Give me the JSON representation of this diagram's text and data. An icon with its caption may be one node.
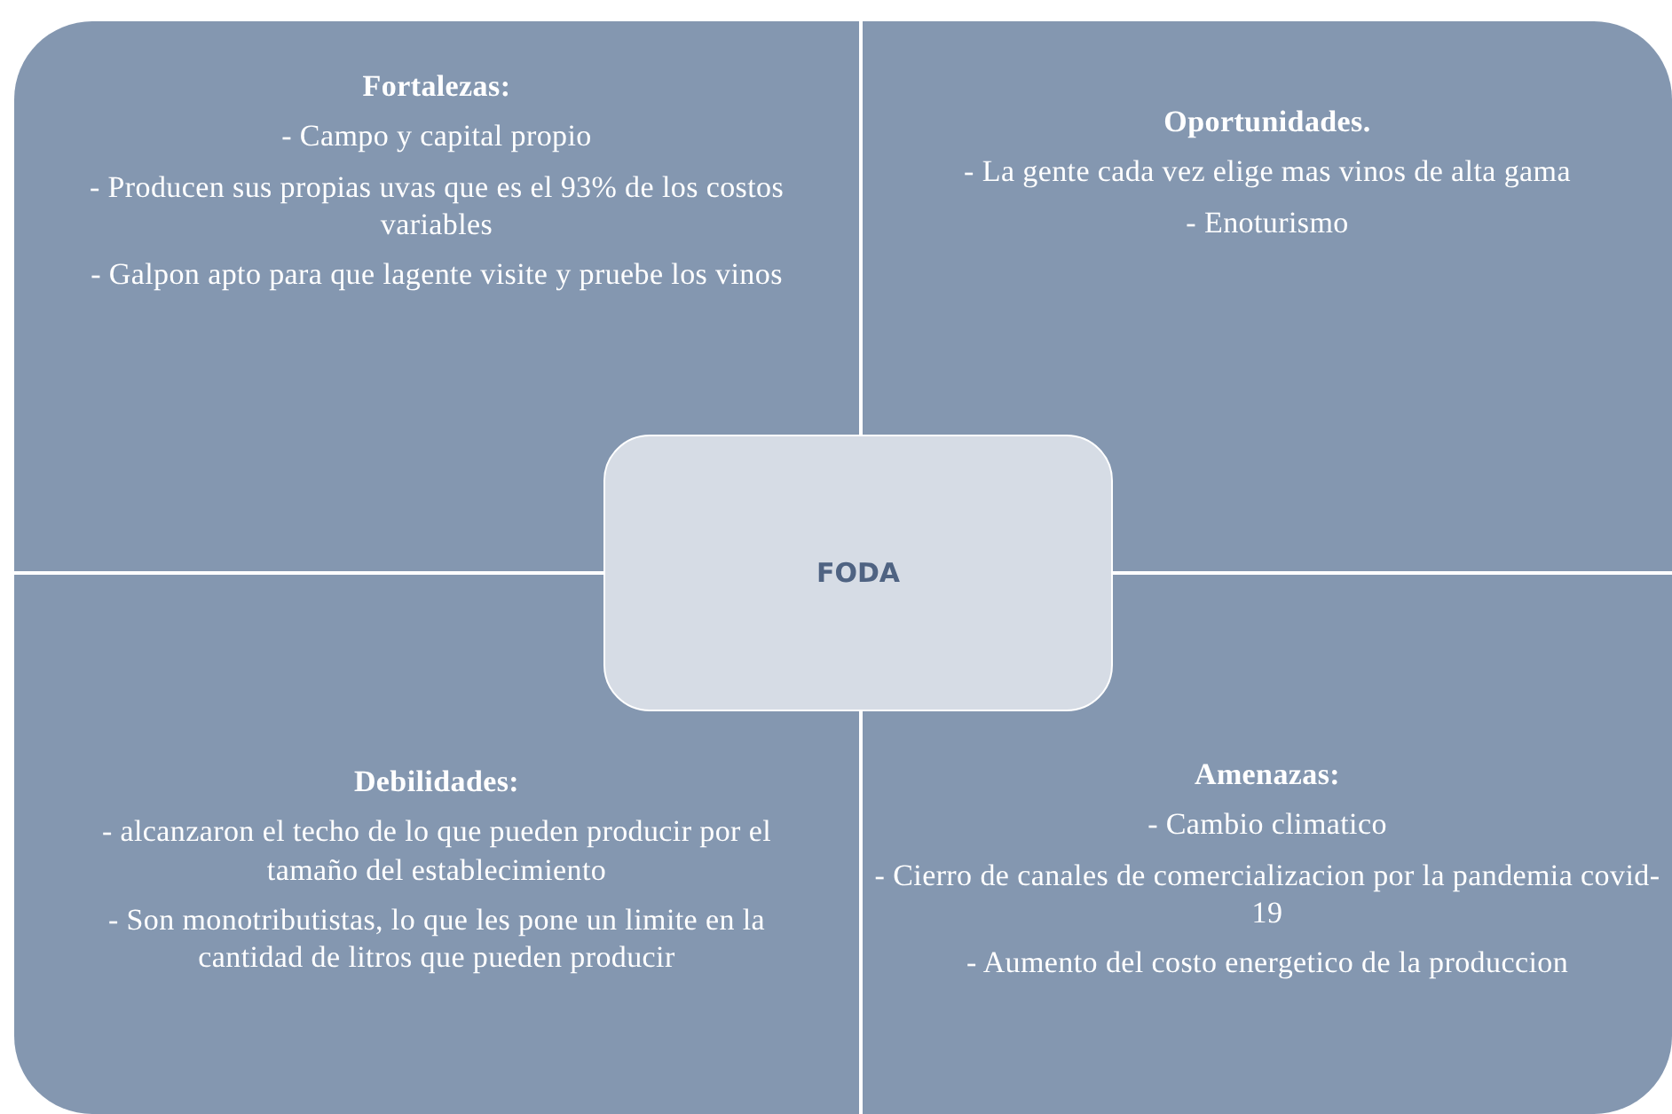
{
  "diagram": {
    "nodes": [
      {
        "text": [
          "Fortalezas:",
          "- Campo  y capital propio",
          "- Producen sus propias uvas que es el 93%  de los costos variables",
          "- Galpon apto para que lagente visite y pruebe los vinos"
        ]
      },
      {
        "text": [
          "Oportunidades.",
          "- La gente cada vez elige mas vinos de alta gama",
          "- Enoturismo"
        ]
      },
      {
        "text": [
          "FODA"
        ]
      },
      {
        "text": [
          "Debilidades:",
          "- alcanzaron el techo de lo que pueden producir por el tamaño del establecimiento",
          "- Son monotributistas, lo que les pone un limite  en la cantidad de litros que pueden producir"
        ]
      },
      {
        "text": [
          "Amenazas:",
          "- Cambio  climatico",
          "- Cierro  de canales de comercializacion  por la pandemia covid-19",
          "- Aumento del costo energetico de la produccion"
        ]
      }
    ]
  }
}
